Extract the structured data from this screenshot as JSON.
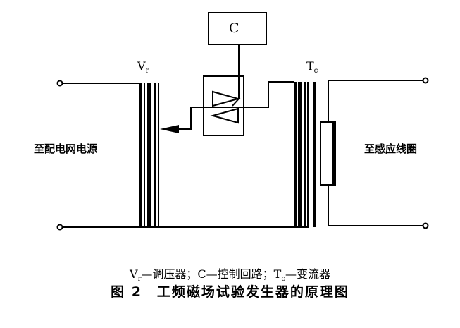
{
  "diagram": {
    "control_box_label": "C",
    "regulator_label": "V",
    "regulator_sub": "r",
    "transformer_label": "T",
    "transformer_sub": "c",
    "left_label": "至配电网电源",
    "right_label": "至感应线圈"
  },
  "caption": {
    "legend_vr": "V",
    "legend_vr_sub": "r",
    "legend_vr_text": "—调压器；",
    "legend_c": "C—控制回路；",
    "legend_tc": "T",
    "legend_tc_sub": "c",
    "legend_tc_text": "—变流器",
    "figure_title": "图 2　工频磁场试验发生器的原理图"
  }
}
